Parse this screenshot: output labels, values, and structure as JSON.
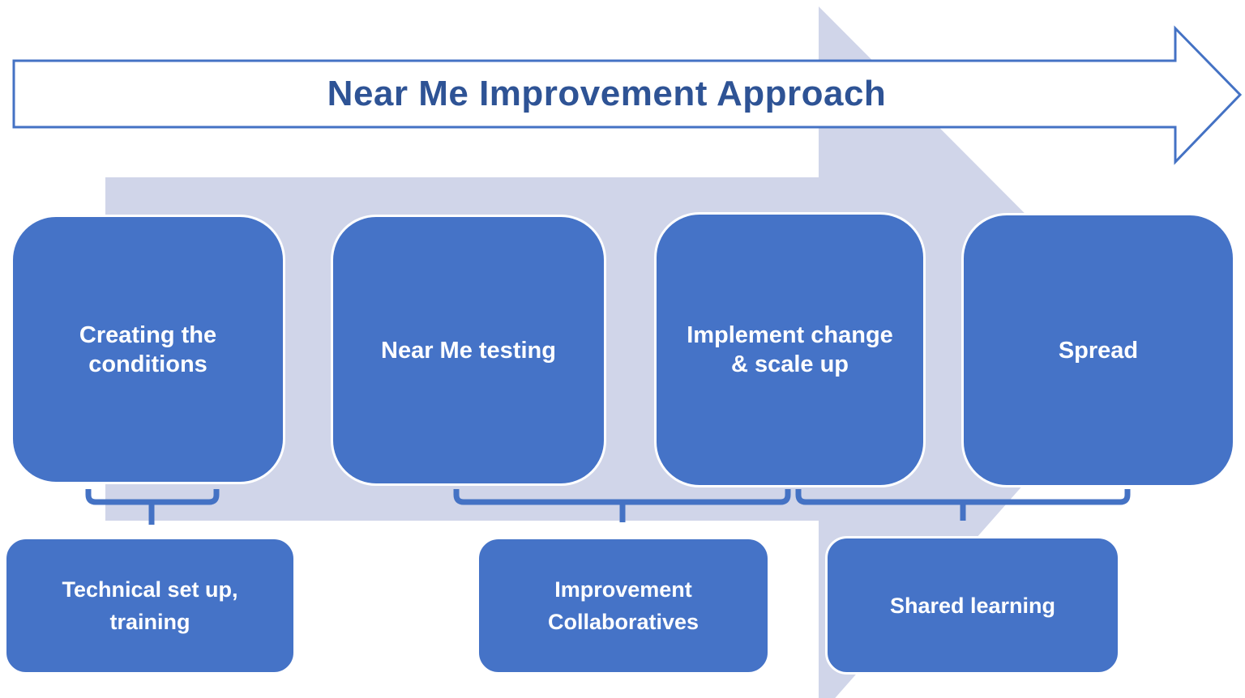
{
  "title": "Near Me Improvement Approach",
  "stages": [
    {
      "label": "Creating the\nconditions"
    },
    {
      "label": "Near Me testing"
    },
    {
      "label": "Implement change\n& scale up"
    },
    {
      "label": "Spread"
    }
  ],
  "supports": [
    {
      "label": "Technical set up,\ntraining"
    },
    {
      "label": "Improvement\nCollaboratives"
    },
    {
      "label": "Shared learning"
    }
  ],
  "colors": {
    "box_fill": "#4573c7",
    "light_arrow": "#d0d5e9",
    "outline_blue": "#4472c4",
    "title_text": "#2e5395",
    "label_text": "#ffffff",
    "background": "#ffffff"
  }
}
